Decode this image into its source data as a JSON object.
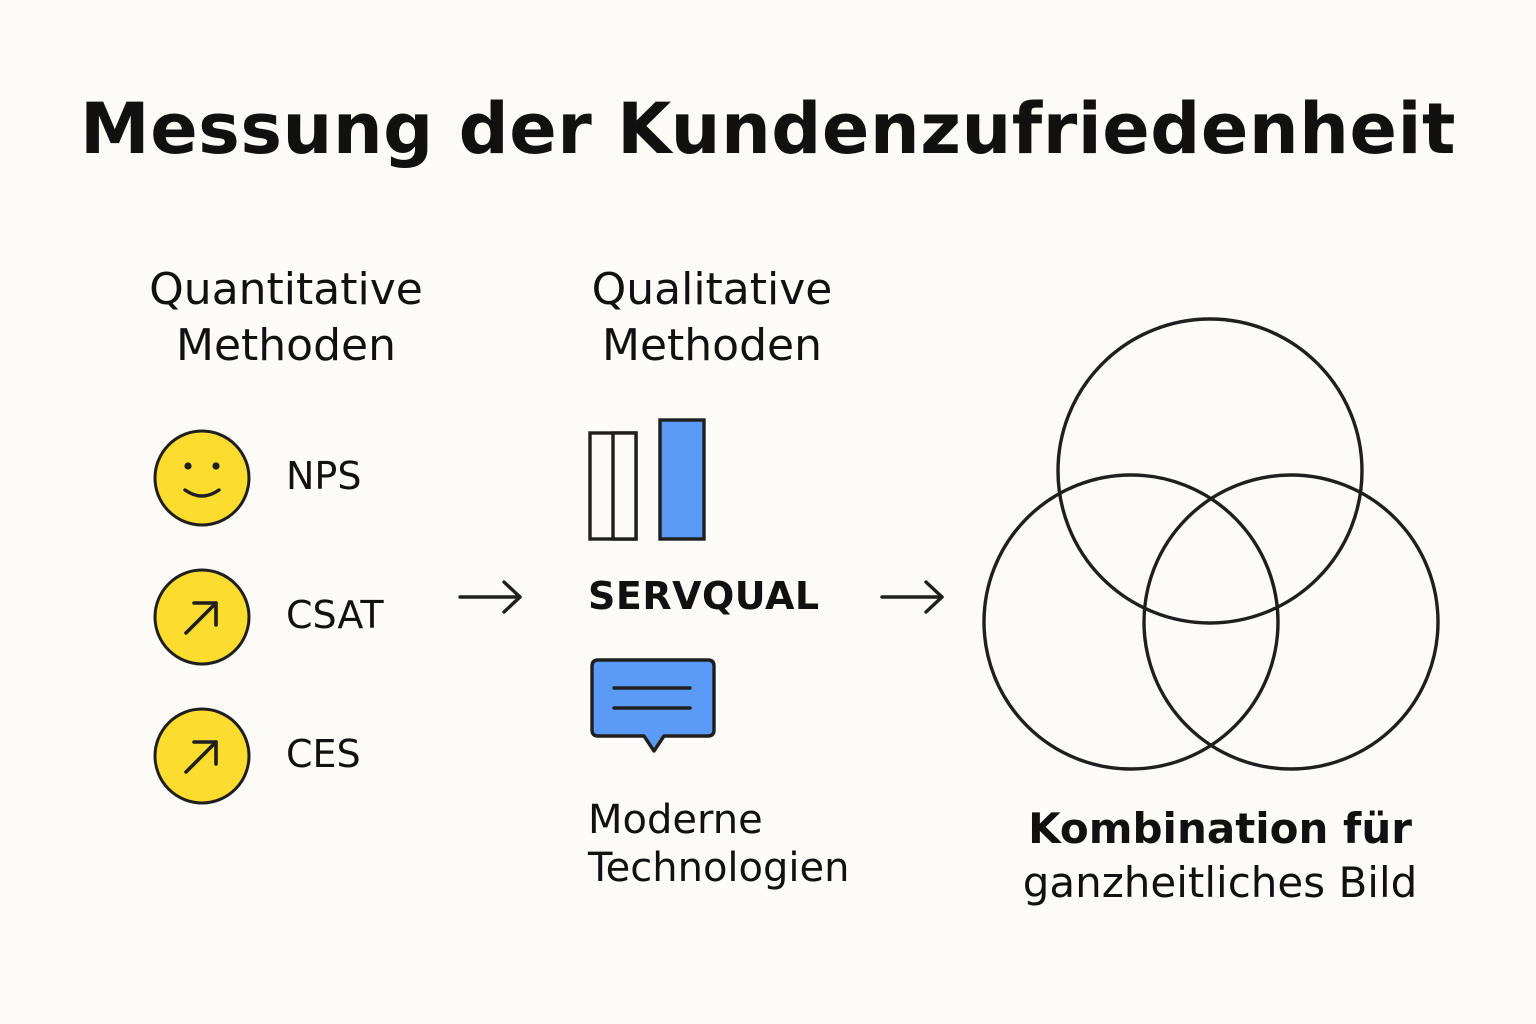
{
  "title": "Messung der Kundenzufriedenheit",
  "quantitative": {
    "heading_line1": "Quantitative",
    "heading_line2": "Methoden",
    "items": [
      {
        "label": "NPS",
        "icon": "smiley-face-icon"
      },
      {
        "label": "CSAT",
        "icon": "arrow-up-right-icon"
      },
      {
        "label": "CES",
        "icon": "arrow-up-right-icon"
      }
    ]
  },
  "qualitative": {
    "heading_line1": "Qualitative",
    "heading_line2": "Methoden",
    "chart_icon": "bar-chart-icon",
    "servqual_label": "SERVQUAL",
    "chat_icon": "chat-bubble-icon",
    "modern_line1": "Moderne",
    "modern_line2": "Technologien"
  },
  "combination": {
    "icon": "venn-diagram-icon",
    "line1": "Kombination für",
    "line2": "ganzheitliches Bild"
  },
  "colors": {
    "background": "#fcfbf7",
    "yellow": "#fcdc2e",
    "blue": "#5b9bf5",
    "outline": "#1f1f1f"
  }
}
